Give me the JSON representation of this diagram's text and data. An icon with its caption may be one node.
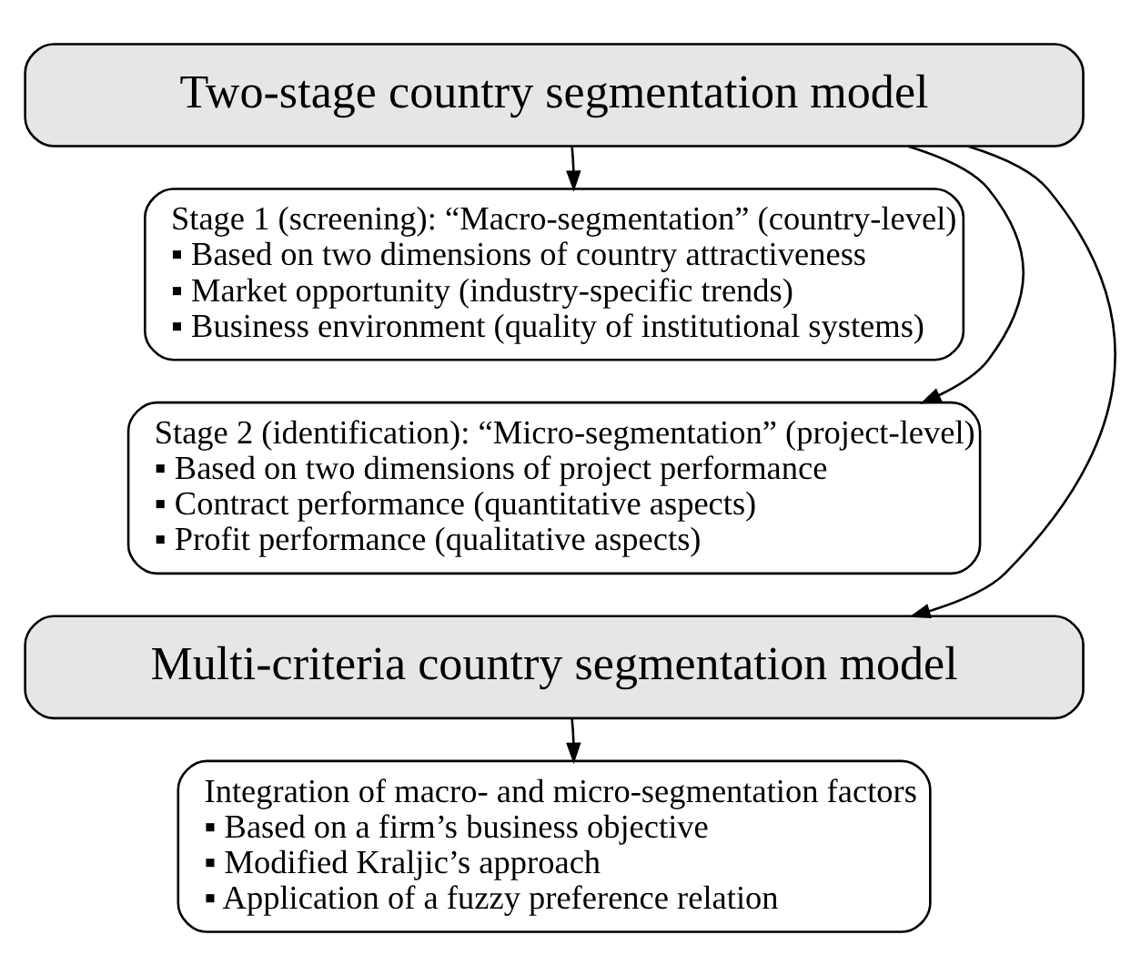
{
  "diagram": {
    "nodes": [
      {
        "text": [
          "Two-stage country segmentation model"
        ]
      },
      {
        "text": [
          "Stage 1 (screening): “Macro-segmentation” (country-level)",
          "▪ Based on two dimensions of country attractiveness",
          "▪ Market opportunity (industry-specific trends)",
          "▪ Business environment (quality of institutional systems)"
        ]
      },
      {
        "text": [
          "Stage 2 (identification): “Micro-segmentation” (project-level)",
          "▪ Based on two dimensions of project performance",
          "▪ Contract performance (quantitative aspects)",
          "▪ Profit performance (qualitative aspects)"
        ]
      },
      {
        "text": [
          "Multi-criteria country segmentation model"
        ]
      },
      {
        "text": [
          "Integration of macro- and micro-segmentation factors",
          "▪ Based on a firm’s business objective",
          "▪ Modified Kraljic’s approach",
          "▪ Application of a fuzzy preference relation"
        ]
      }
    ],
    "edges": [
      {
        "from": 0,
        "to": 1,
        "arrow": "to"
      },
      {
        "from": 0,
        "to": 2,
        "arrow": "to"
      },
      {
        "from": 0,
        "to": 3,
        "arrow": "to"
      },
      {
        "from": 3,
        "to": 4,
        "arrow": "to"
      }
    ]
  }
}
